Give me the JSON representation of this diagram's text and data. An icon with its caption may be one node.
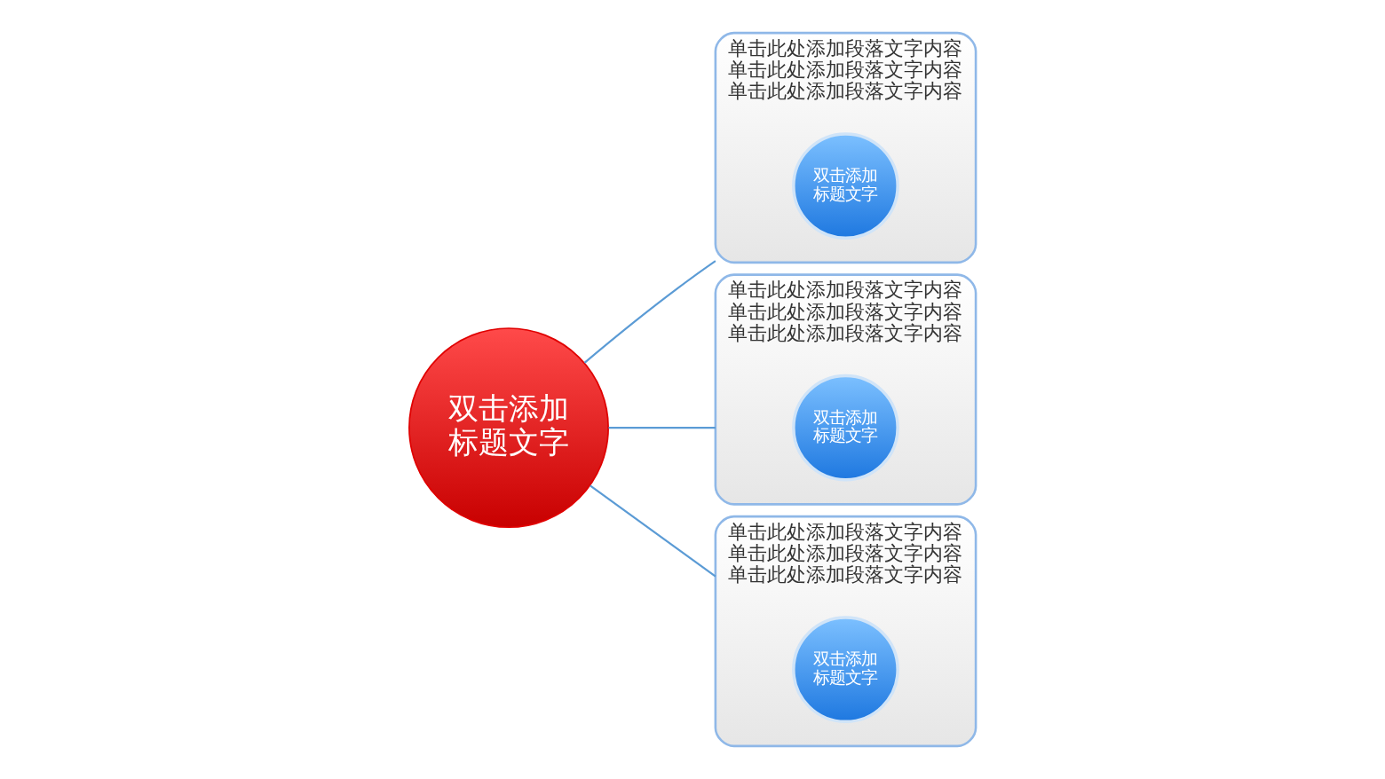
{
  "diagram": {
    "nodes": [
      {
        "text": [
          "双击添加标题文字"
        ]
      },
      {
        "text": [
          "单击此处添加段落文字内容单击此处添加段落文字内容单击此处添加段落文字内容"
        ]
      },
      {
        "text": [
          "双击添加标题文字"
        ],
        "in": 1
      },
      {
        "text": [
          "单击此处添加段落文字内容单击此处添加段落文字内容单击此处添加段落文字内容"
        ]
      },
      {
        "text": [
          "双击添加标题文字"
        ],
        "in": 3
      },
      {
        "text": [
          "单击此处添加段落文字内容单击此处添加段落文字内容单击此处添加段落文字内容"
        ]
      },
      {
        "text": [
          "双击添加标题文字"
        ],
        "in": 5
      }
    ],
    "edges": [
      {
        "from": 0,
        "to": 1,
        "arrow": "none"
      },
      {
        "from": 0,
        "to": 3,
        "arrow": "none"
      },
      {
        "from": 0,
        "to": 5,
        "arrow": "none"
      }
    ]
  }
}
